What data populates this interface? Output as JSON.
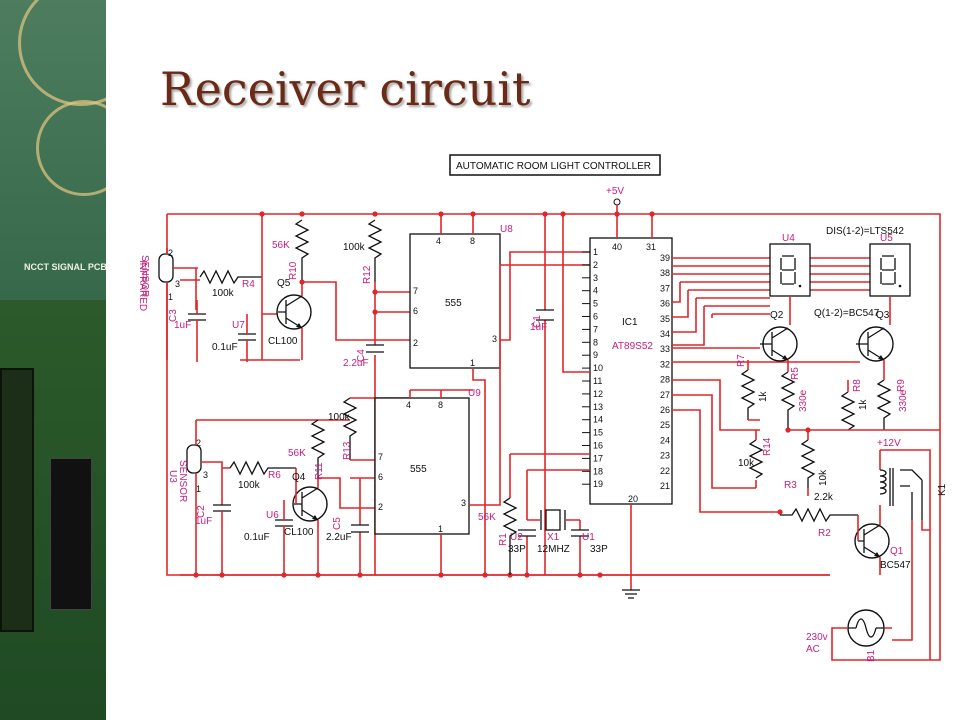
{
  "slide": {
    "title": "Receiver circuit",
    "photo_label": "NCCT SIGNAL PCB"
  },
  "schematic": {
    "heading": "AUTOMATIC ROOM LIGHT CONTROLLER",
    "supply_5v": "+5V",
    "supply_12v": "+12V",
    "display_note": "DIS(1-2)=LTS542",
    "transistor_note": "Q(1-2)=BC547",
    "sensor1": {
      "name1": "INFRARED",
      "name2": "SENSOR"
    },
    "sensor2": {
      "ref": "U3",
      "name": "SENSOR"
    },
    "timer_u8": {
      "ref": "U8",
      "type": "555",
      "pin4": "4",
      "pin8": "8",
      "pin7": "7",
      "pin6": "6",
      "pin2": "2",
      "pin3": "3",
      "pin1": "1"
    },
    "timer_u9": {
      "ref": "U9",
      "type": "555",
      "pin4": "4",
      "pin8": "8",
      "pin7": "7",
      "pin6": "6",
      "pin2": "2",
      "pin3": "3",
      "pin1": "1"
    },
    "mcu": {
      "ref": "IC1",
      "part": "AT89S52",
      "top_pins": [
        "40",
        "31"
      ],
      "bottom_pin": "20",
      "left_pins": [
        "1",
        "2",
        "3",
        "4",
        "5",
        "6",
        "7",
        "8",
        "9",
        "10",
        "11",
        "12",
        "13",
        "14",
        "15",
        "16",
        "17",
        "18",
        "19"
      ],
      "right_pins": [
        "39",
        "38",
        "37",
        "36",
        "35",
        "34",
        "33",
        "32",
        "28",
        "27",
        "26",
        "25",
        "24",
        "23",
        "22",
        "21"
      ]
    },
    "displays": [
      {
        "ref": "U4"
      },
      {
        "ref": "U5"
      }
    ],
    "components": {
      "R4": "R4",
      "R4_val": "100k",
      "R6": "R6",
      "R6_val": "100k",
      "R10": "R10",
      "R10_val": "56K",
      "R11": "R11",
      "R11_val": "56K",
      "R12": "R12",
      "R12_val": "100k",
      "R13": "R13",
      "R13_val": "100k",
      "R1": "R1",
      "R1_val": "56K",
      "R7": "R7",
      "R7_val": "1k",
      "R5": "R5",
      "R5_val": "330e",
      "R8": "R8",
      "R8_val": "1k",
      "R9": "R9",
      "R9_val": "330e",
      "R14": "R14",
      "R14_val": "10k",
      "R3": "R3",
      "R3_val": "10k",
      "R2": "R2",
      "R2_val": "2.2k",
      "C3": "C3",
      "C3_val": "1uF",
      "U7": "U7",
      "U7_val": "0.1uF",
      "C2": "C2",
      "C2_val": "1uF",
      "U6": "U6",
      "U6_val": "0.1uF",
      "C4": "C4",
      "C4_val": "2.2uF",
      "C5": "C5",
      "C5_val": "2.2uF",
      "C1": "C1",
      "C1_val": "1uF",
      "U2": "U2",
      "U2_val": "33P",
      "U1": "U1",
      "U1_val": "33P",
      "X1": "X1",
      "X1_val": "12MHZ",
      "Q5": "Q5",
      "Q5_val": "CL100",
      "Q4": "Q4",
      "Q4_val": "CL100",
      "Q2": "Q2",
      "Q3": "Q3",
      "Q1": "Q1",
      "Q1_val": "BC547",
      "K1": "K1",
      "B1": "B1",
      "lamp_supply": "230v",
      "lamp_ac": "AC"
    }
  }
}
